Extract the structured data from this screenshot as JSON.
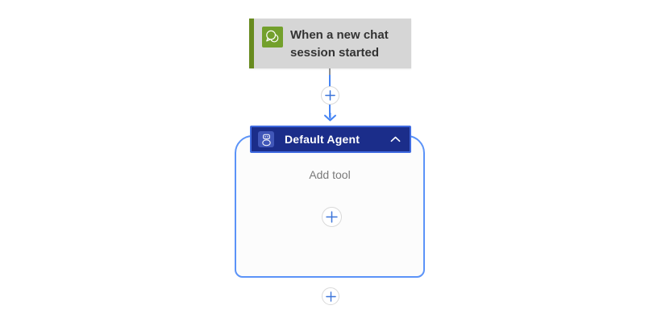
{
  "colors": {
    "trigger_bg": "#d6d6d6",
    "trigger_accent": "#688b1f",
    "trigger_icon_bg": "#73a02c",
    "connector_gray": "#8f8f8f",
    "connector_blue": "#4584f4",
    "header_bg": "#1b2d8a",
    "header_border": "#3f6ae0",
    "header_icon_bg": "#4056b8",
    "container_border": "#5b93f8",
    "container_bg": "#fcfcfc",
    "plus_blue": "#3b74d9",
    "plus_border": "#d9d9d9",
    "text_dark": "#333333",
    "text_muted": "#7a7a7a"
  },
  "trigger": {
    "title": "When a new chat session started",
    "icon": "chat-bubbles-icon"
  },
  "agent": {
    "title": "Default Agent",
    "icon": "bot-icon",
    "collapse_icon": "chevron-up-icon",
    "add_tool_label": "Add tool"
  },
  "icons": {
    "insert_action_button": "plus-icon",
    "add_tool_button": "plus-icon",
    "add_action_button": "plus-icon",
    "connector_arrow": "arrow-down-icon"
  }
}
